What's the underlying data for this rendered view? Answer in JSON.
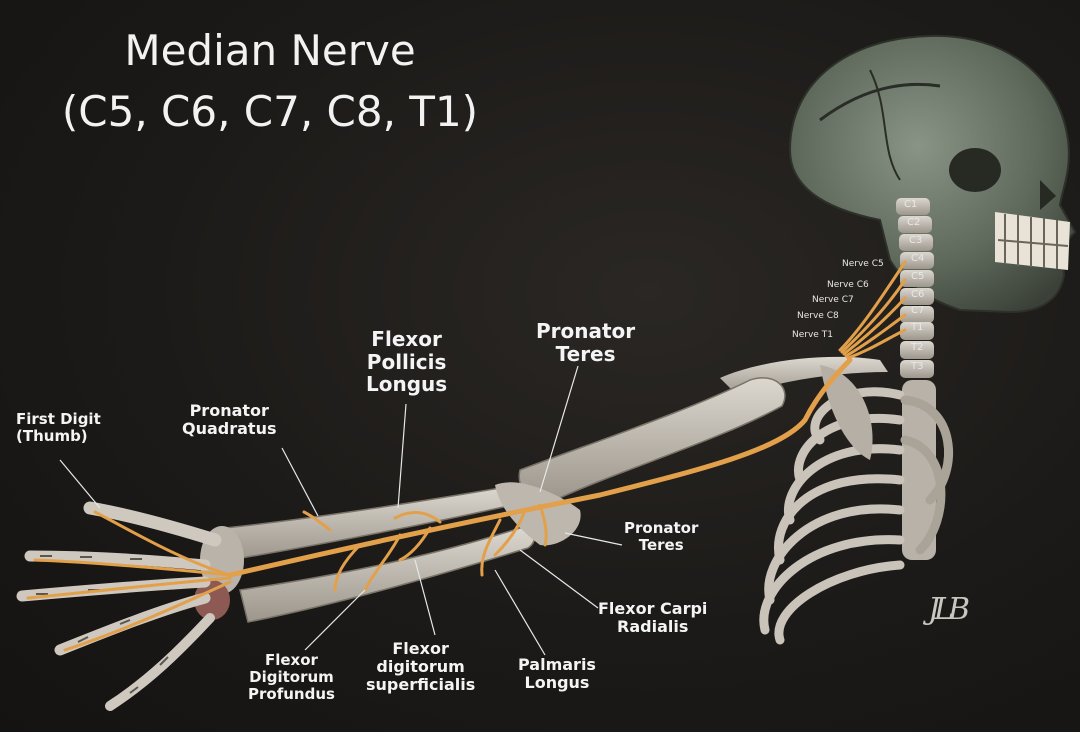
{
  "title": {
    "line1": "Median Nerve",
    "line2": "(C5, C6, C7, C8, T1)"
  },
  "labels": {
    "first_digit": {
      "line1": "First Digit",
      "line2": "(Thumb)"
    },
    "pronator_quadratus": {
      "line1": "Pronator",
      "line2": "Quadratus"
    },
    "flexor_pollicis_longus": {
      "line1": "Flexor",
      "line2": "Pollicis",
      "line3": "Longus"
    },
    "pronator_teres_top": {
      "line1": "Pronator",
      "line2": "Teres"
    },
    "pronator_teres_right": {
      "line1": "Pronator",
      "line2": "Teres"
    },
    "flexor_carpi_radialis": {
      "line1": "Flexor Carpi",
      "line2": "Radialis"
    },
    "palmaris_longus": {
      "line1": "Palmaris",
      "line2": "Longus"
    },
    "flexor_digitorum_superficialis": {
      "line1": "Flexor",
      "line2": "digitorum",
      "line3": "superficialis"
    },
    "flexor_digitorum_profundus": {
      "line1": "Flexor",
      "line2": "Digitorum",
      "line3": "Profundus"
    }
  },
  "vertebrae": [
    "C1",
    "C2",
    "C3",
    "C4",
    "C5",
    "C6",
    "C7",
    "T1",
    "T2",
    "T3"
  ],
  "nerve_roots": [
    "Nerve C5",
    "Nerve C6",
    "Nerve C7",
    "Nerve C8",
    "Nerve T1"
  ],
  "signature": "JLB",
  "colors": {
    "background": "#1c1a18",
    "nerve": "#e3a04a",
    "bone": "#cfcac2",
    "text": "#f4f4f4"
  }
}
